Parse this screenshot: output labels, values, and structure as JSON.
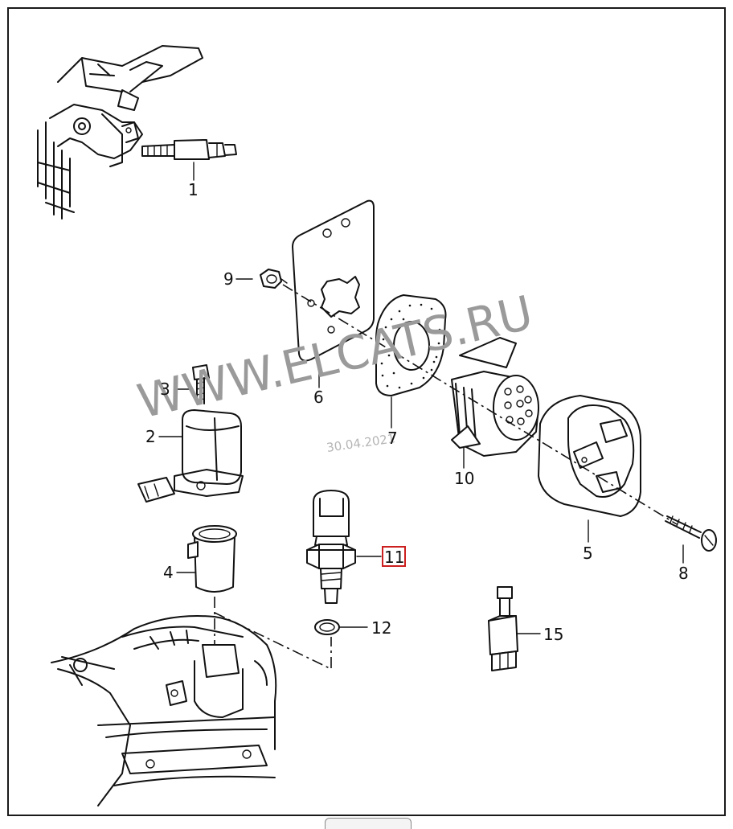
{
  "watermark": {
    "site": "WWW.ELCATS.RU",
    "date": "30.04.2021"
  },
  "callouts": [
    {
      "id": "1",
      "label": "1",
      "highlighted": false
    },
    {
      "id": "2",
      "label": "2",
      "highlighted": false
    },
    {
      "id": "3",
      "label": "3",
      "highlighted": false
    },
    {
      "id": "4",
      "label": "4",
      "highlighted": false
    },
    {
      "id": "5",
      "label": "5",
      "highlighted": false
    },
    {
      "id": "6",
      "label": "6",
      "highlighted": false
    },
    {
      "id": "7",
      "label": "7",
      "highlighted": false
    },
    {
      "id": "8",
      "label": "8",
      "highlighted": false
    },
    {
      "id": "9",
      "label": "9",
      "highlighted": false
    },
    {
      "id": "10",
      "label": "10",
      "highlighted": false
    },
    {
      "id": "11",
      "label": "11",
      "highlighted": true
    },
    {
      "id": "12",
      "label": "12",
      "highlighted": false
    },
    {
      "id": "15",
      "label": "15",
      "highlighted": false
    }
  ],
  "colors": {
    "highlight_box": "#cc1f1f",
    "line": "#111111",
    "watermark": "#9a9a9a"
  }
}
